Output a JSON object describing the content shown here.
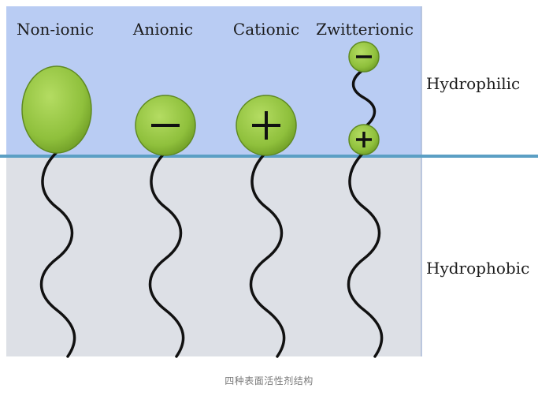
{
  "surfactant_types": [
    {
      "name": "Non-ionic",
      "head": "none"
    },
    {
      "name": "Anionic",
      "head": "−"
    },
    {
      "name": "Cationic",
      "head": "+"
    },
    {
      "name": "Zwitterionic",
      "head_top": "−",
      "head_bottom": "+"
    }
  ],
  "regions": {
    "hydrophilic": "Hydrophilic",
    "hydrophobic": "Hydrophobic"
  },
  "caption": "四种表面活性剂结构",
  "colors": {
    "water_region": "#b9ccf3",
    "oil_region": "#dde0e6",
    "interface_line": "#5b9fc4",
    "head_fill": "#8fc03c",
    "head_stroke": "#5f8a22",
    "tail": "#111111"
  }
}
